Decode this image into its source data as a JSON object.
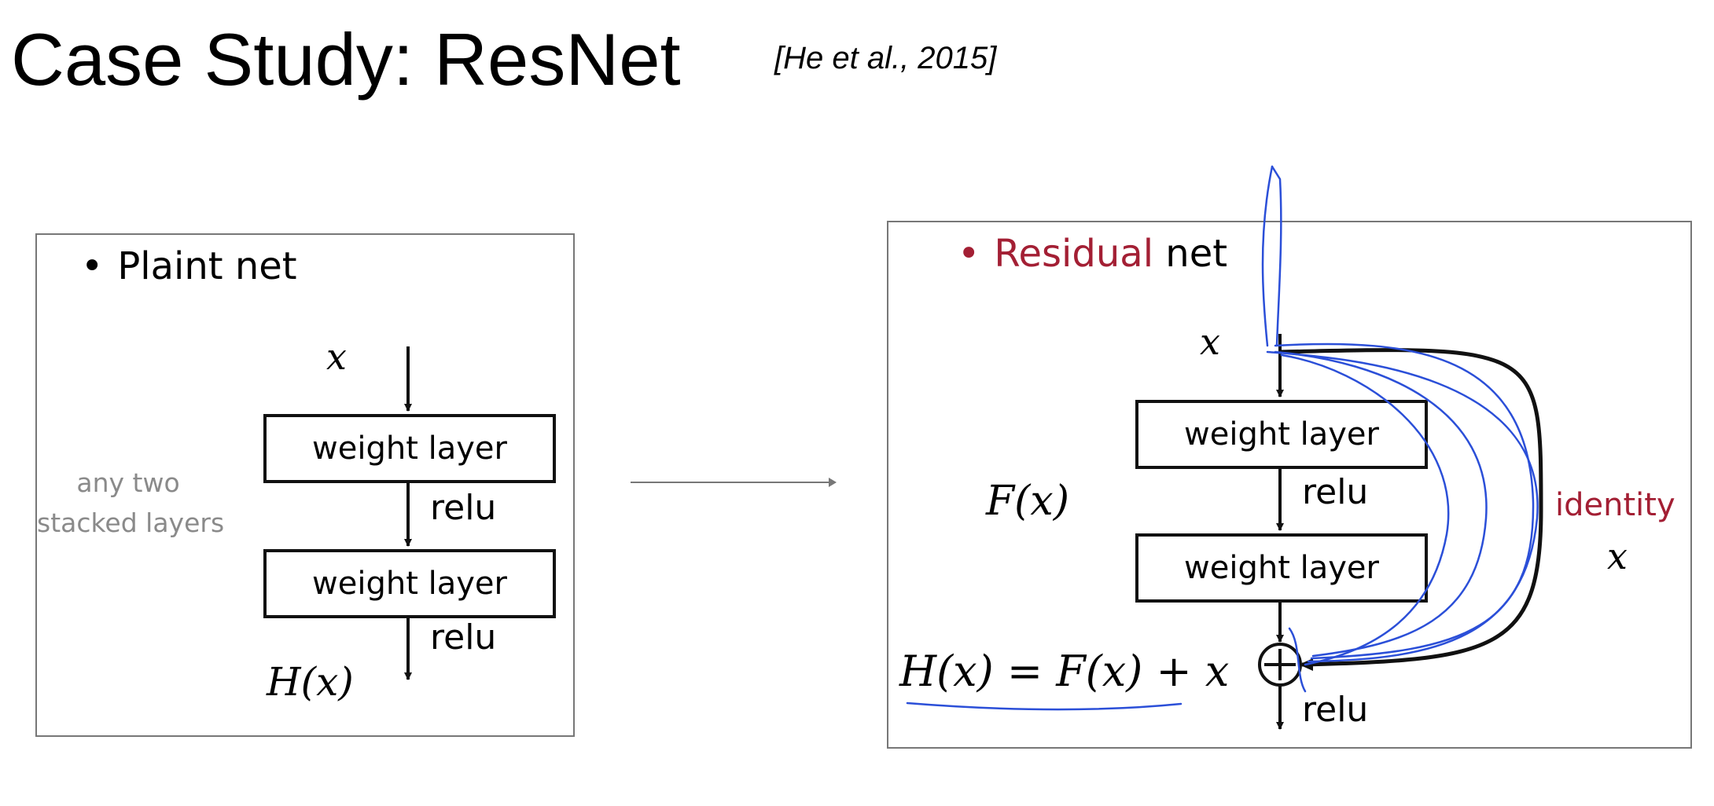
{
  "header": {
    "title": "Case Study: ResNet",
    "citation": "[He et al., 2015]"
  },
  "plain": {
    "heading": "Plaint net",
    "bullet": "•",
    "input_label": "x",
    "layer1": "weight layer",
    "layer2": "weight layer",
    "relu1": "relu",
    "relu2": "relu",
    "output_label": "H(x)",
    "side_note_line1": "any two",
    "side_note_line2": "stacked layers"
  },
  "residual": {
    "heading_part1": "Residual",
    "heading_part2": "net",
    "bullet": "•",
    "input_label": "x",
    "layer1": "weight layer",
    "layer2": "weight layer",
    "relu1": "relu",
    "relu_out": "relu",
    "fx_label": "F(x)",
    "identity_label": "identity",
    "identity_x": "x",
    "equation": "H(x) = F(x) + x",
    "sum_symbol": "+"
  },
  "colors": {
    "accent_red": "#a31f34",
    "annotation_blue": "#2b4fd8",
    "side_note_gray": "#8a8a8a",
    "connector_gray": "#777777"
  }
}
